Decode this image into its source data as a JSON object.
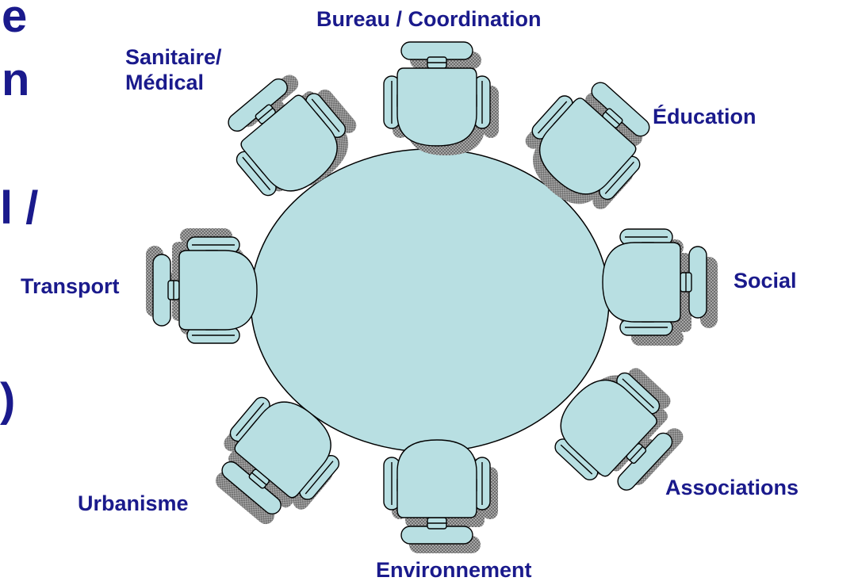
{
  "colors": {
    "text": "#1a1a8c",
    "table_fill": "#b8dfe2",
    "chair_fill": "#b8dfe2",
    "chair_stroke": "#000000",
    "shadow": "#8c8c8c"
  },
  "left_fragments": [
    "e",
    "n",
    "l /",
    ")"
  ],
  "seats": {
    "bureau": {
      "label": "Bureau / Coordination",
      "icon": "office-chair-icon"
    },
    "sanitaire": {
      "lines": [
        "Sanitaire/",
        "Médical"
      ],
      "icon": "office-chair-icon"
    },
    "education": {
      "label": "Éducation",
      "icon": "office-chair-icon"
    },
    "transport": {
      "label": "Transport",
      "icon": "office-chair-icon"
    },
    "social": {
      "label": "Social",
      "icon": "office-chair-icon"
    },
    "urbanisme": {
      "label": "Urbanisme",
      "icon": "office-chair-icon"
    },
    "associations": {
      "label": "Associations",
      "icon": "office-chair-icon"
    },
    "environnement": {
      "label": "Environnement",
      "icon": "office-chair-icon"
    }
  }
}
